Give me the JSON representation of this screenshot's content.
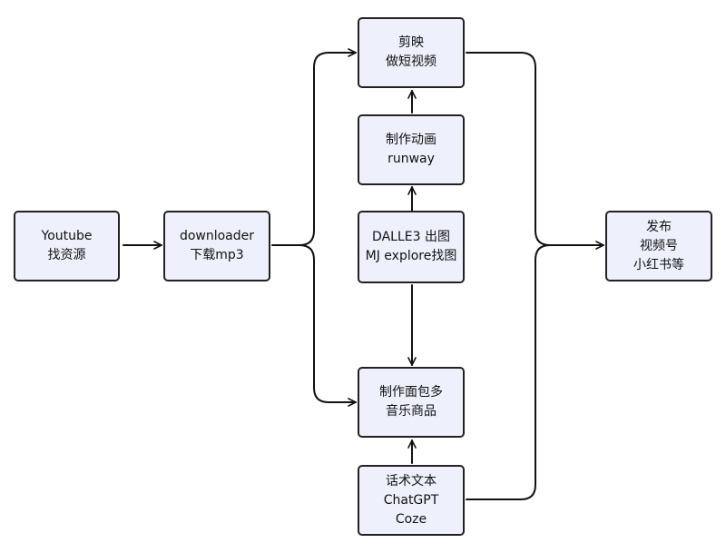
{
  "nodes": {
    "youtube": {
      "lines": [
        "Youtube",
        "找资源"
      ]
    },
    "downloader": {
      "lines": [
        "downloader",
        "下载mp3"
      ]
    },
    "jianying": {
      "lines": [
        "剪映",
        "做短视频"
      ]
    },
    "animation": {
      "lines": [
        "制作动画",
        "runway"
      ]
    },
    "dalle": {
      "lines": [
        "DALLE3 出图",
        "MJ explore找图"
      ]
    },
    "bread": {
      "lines": [
        "制作面包多",
        "音乐商品"
      ]
    },
    "script": {
      "lines": [
        "话术文本",
        "ChatGPT",
        "Coze"
      ]
    },
    "publish": {
      "lines": [
        "发布",
        "视频号",
        "小红书等"
      ]
    }
  },
  "edges": [
    {
      "from": "youtube",
      "to": "downloader"
    },
    {
      "from": "downloader",
      "to": "jianying"
    },
    {
      "from": "downloader",
      "to": "bread"
    },
    {
      "from": "animation",
      "to": "jianying"
    },
    {
      "from": "dalle",
      "to": "animation"
    },
    {
      "from": "dalle",
      "to": "bread"
    },
    {
      "from": "script",
      "to": "bread"
    },
    {
      "from": "jianying",
      "to": "publish"
    },
    {
      "from": "script",
      "to": "publish"
    }
  ],
  "colors": {
    "node_fill": "#eef1fb",
    "stroke": "#222222"
  }
}
